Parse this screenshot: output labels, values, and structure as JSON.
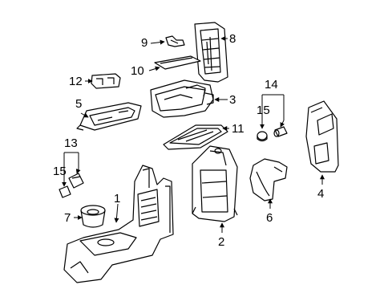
{
  "diagram": {
    "callouts": [
      "1",
      "2",
      "3",
      "4",
      "5",
      "6",
      "7",
      "8",
      "9",
      "10",
      "11",
      "12",
      "13",
      "14",
      "15",
      "15"
    ]
  }
}
